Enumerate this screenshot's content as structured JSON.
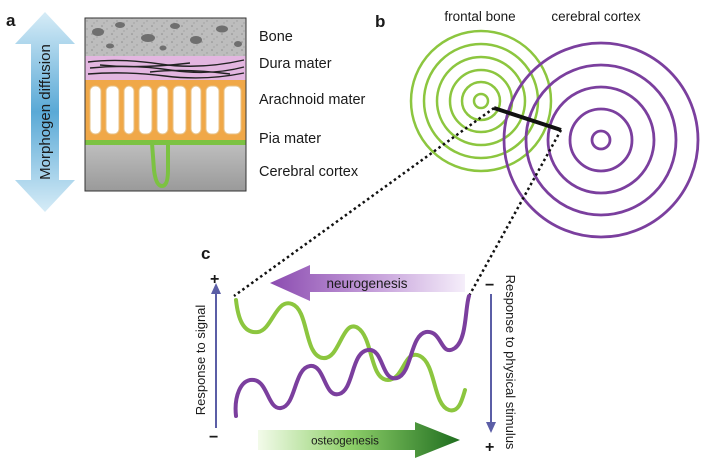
{
  "panel_a": {
    "letter": "a",
    "arrow_label": "Morphogen diffusion",
    "layers": [
      "Bone",
      "Dura mater",
      "Arachnoid mater",
      "Pia mater",
      "Cerebral cortex"
    ]
  },
  "panel_b": {
    "letter": "b",
    "left_label": "frontal bone",
    "right_label": "cerebral cortex"
  },
  "panel_c": {
    "letter": "c",
    "top_arrow_label": "neurogenesis",
    "bottom_arrow_label": "osteogenesis",
    "left_axis_label": "Response to signal",
    "right_axis_label": "Response to physical stimulus",
    "left_plus": "+",
    "left_minus": "−",
    "right_minus": "−",
    "right_plus": "+"
  },
  "colors": {
    "green": "#8cc63f",
    "purple": "#7b3f9e",
    "blue_axis": "#5b5ea6",
    "cyan": "#5aa9d6"
  }
}
